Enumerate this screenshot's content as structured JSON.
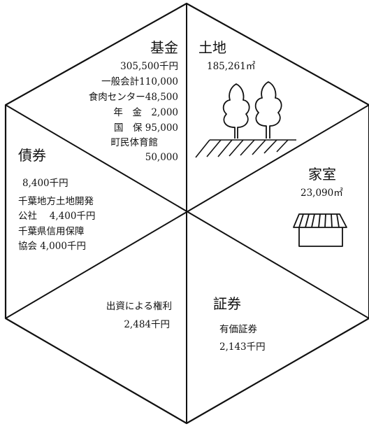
{
  "segments": {
    "fund": {
      "title": "基金",
      "total": "305,500千円",
      "items": [
        "一般会計110,000",
        "食肉センター48,500",
        "年　金　2,000",
        "国　保 95,000",
        "町民体育館",
        "50,000"
      ]
    },
    "land": {
      "title": "土地",
      "value": "185,261㎡"
    },
    "bonds": {
      "title": "債券",
      "total": "8,400千円",
      "items": [
        "千葉地方土地開発",
        "公社　 4,400千円",
        "千葉県信用保障",
        "協会 4,000千円"
      ]
    },
    "buildings": {
      "title": "家室",
      "value": "23,090㎡"
    },
    "investment_rights": {
      "title": "出資による権利",
      "value": "2,484千円"
    },
    "securities": {
      "title": "証券",
      "subtitle": "有価証券",
      "value": "2,143千円"
    }
  },
  "icons": [
    "tree-icon",
    "ground-hatch-icon",
    "house-icon"
  ]
}
